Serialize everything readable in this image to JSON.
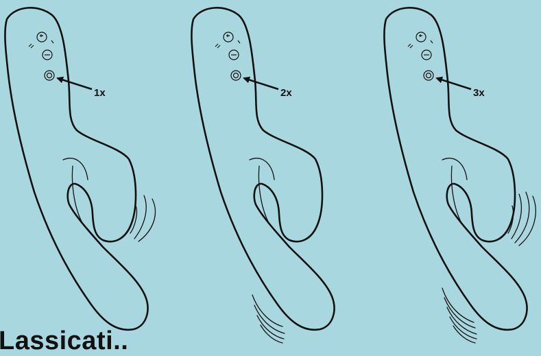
{
  "panels": [
    {
      "press_count_label": "1x",
      "vibration_arcs_arm": 3,
      "vibration_arcs_tip": 0
    },
    {
      "press_count_label": "2x",
      "vibration_arcs_arm": 0,
      "vibration_arcs_tip": 4
    },
    {
      "press_count_label": "3x",
      "vibration_arcs_arm": 4,
      "vibration_arcs_tip": 5
    }
  ],
  "colors": {
    "background": "#a9d7df",
    "ink": "#111111"
  }
}
